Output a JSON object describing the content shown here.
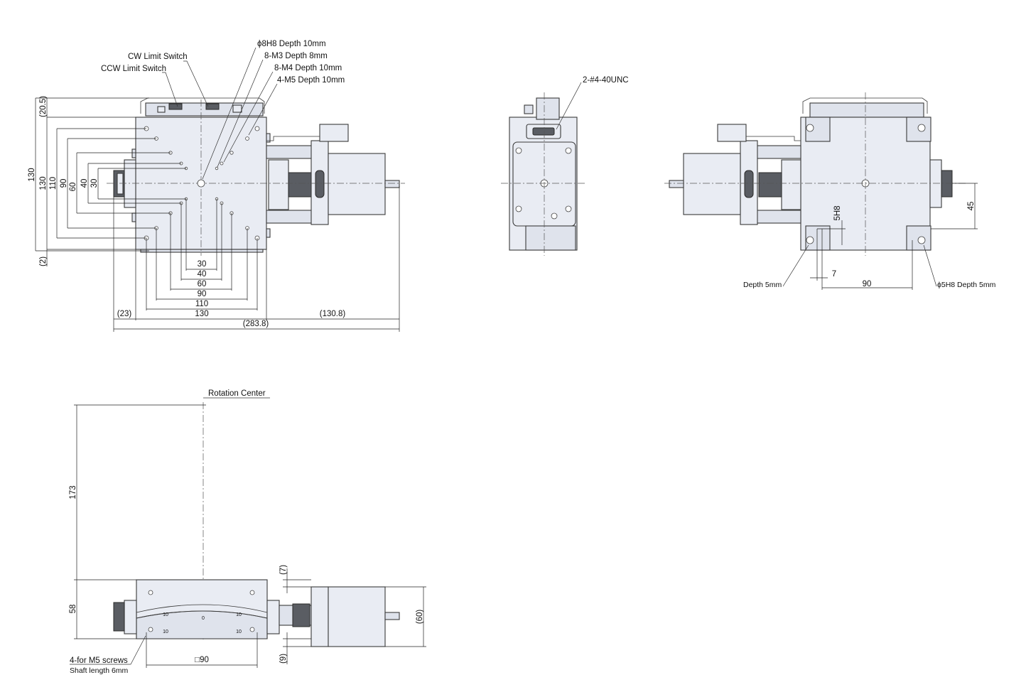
{
  "top_view": {
    "callouts": {
      "cw_limit_switch": "CW Limit Switch",
      "ccw_limit_switch": "CCW Limit Switch",
      "bore": "ϕ8H8 Depth 10mm",
      "m3_holes": "8-M3 Depth 8mm",
      "m4_holes": "8-M4 Depth 10mm",
      "m5_holes": "4-M5 Depth 10mm"
    },
    "dims_vertical": {
      "d20_5": "(20.5)",
      "d130a": "130",
      "d130b": "130",
      "d110": "110",
      "d90": "90",
      "d60": "60",
      "d40": "40",
      "d30": "30",
      "d2": "(2)"
    },
    "dims_horizontal": {
      "d30": "30",
      "d40": "40",
      "d60": "60",
      "d90": "90",
      "d110": "110",
      "d130": "130",
      "d23": "(23)",
      "d130_8": "(130.8)",
      "d283_8": "(283.8)"
    }
  },
  "end_view": {
    "connector": "2-#4-40UNC"
  },
  "side_view": {
    "dims": {
      "d5h8": "5H8",
      "d45": "45",
      "d7": "7",
      "d90": "90"
    },
    "callouts": {
      "depth": "Depth 5mm",
      "pin_bore": "ϕ5H8 Depth 5mm"
    }
  },
  "front_view": {
    "rotation_center": "Rotation Center",
    "dims": {
      "d173": "173",
      "d58": "58",
      "d7": "(7)",
      "d9": "(9)",
      "d60": "(60)",
      "sq90": "□90"
    },
    "callouts": {
      "screws": "4-for M5 screws",
      "shaft": "Shaft length 6mm"
    },
    "scale_labels": {
      "zero": "0",
      "ten_left_top": "10",
      "ten_right_top": "10",
      "ten_left_bottom": "10",
      "ten_right_bottom": "10"
    }
  }
}
